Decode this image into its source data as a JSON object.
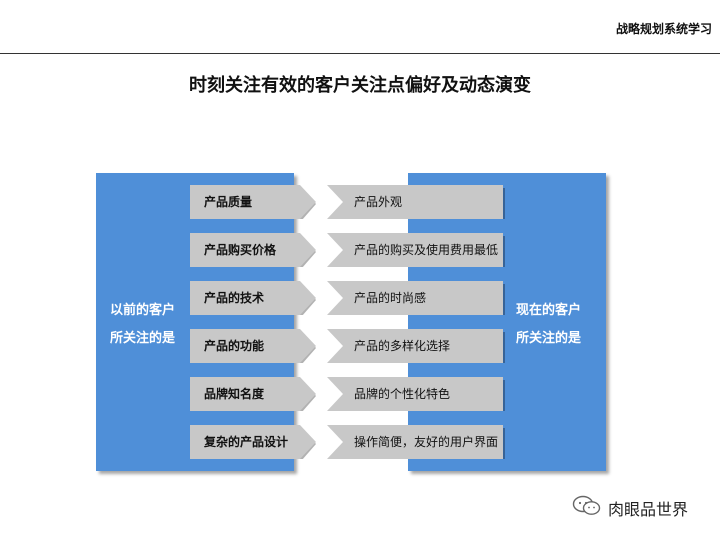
{
  "header": {
    "title": "战略规划系统学习"
  },
  "main_title": "时刻关注有效的客户关注点偏好及动态演变",
  "left_panel": {
    "line1": "以前的客户",
    "line2": "所关注的是"
  },
  "right_panel": {
    "line1": "现在的客户",
    "line2": "所关注的是"
  },
  "rows": [
    {
      "before": "产品质量",
      "now": "产品外观"
    },
    {
      "before": "产品购买价格",
      "now": "产品的购买及使用费用最低"
    },
    {
      "before": "产品的技术",
      "now": "产品的时尚感"
    },
    {
      "before": "产品的功能",
      "now": "产品的多样化选择"
    },
    {
      "before": "品牌知名度",
      "now": "品牌的个性化特色"
    },
    {
      "before": "复杂的产品设计",
      "now": "操作简便，友好的用户界面"
    }
  ],
  "watermark": {
    "text": "肉眼品世界",
    "icon": "wechat-icon"
  },
  "colors": {
    "panel_blue": "#4f8fd8",
    "arrow_grey": "#c8c8c8"
  }
}
